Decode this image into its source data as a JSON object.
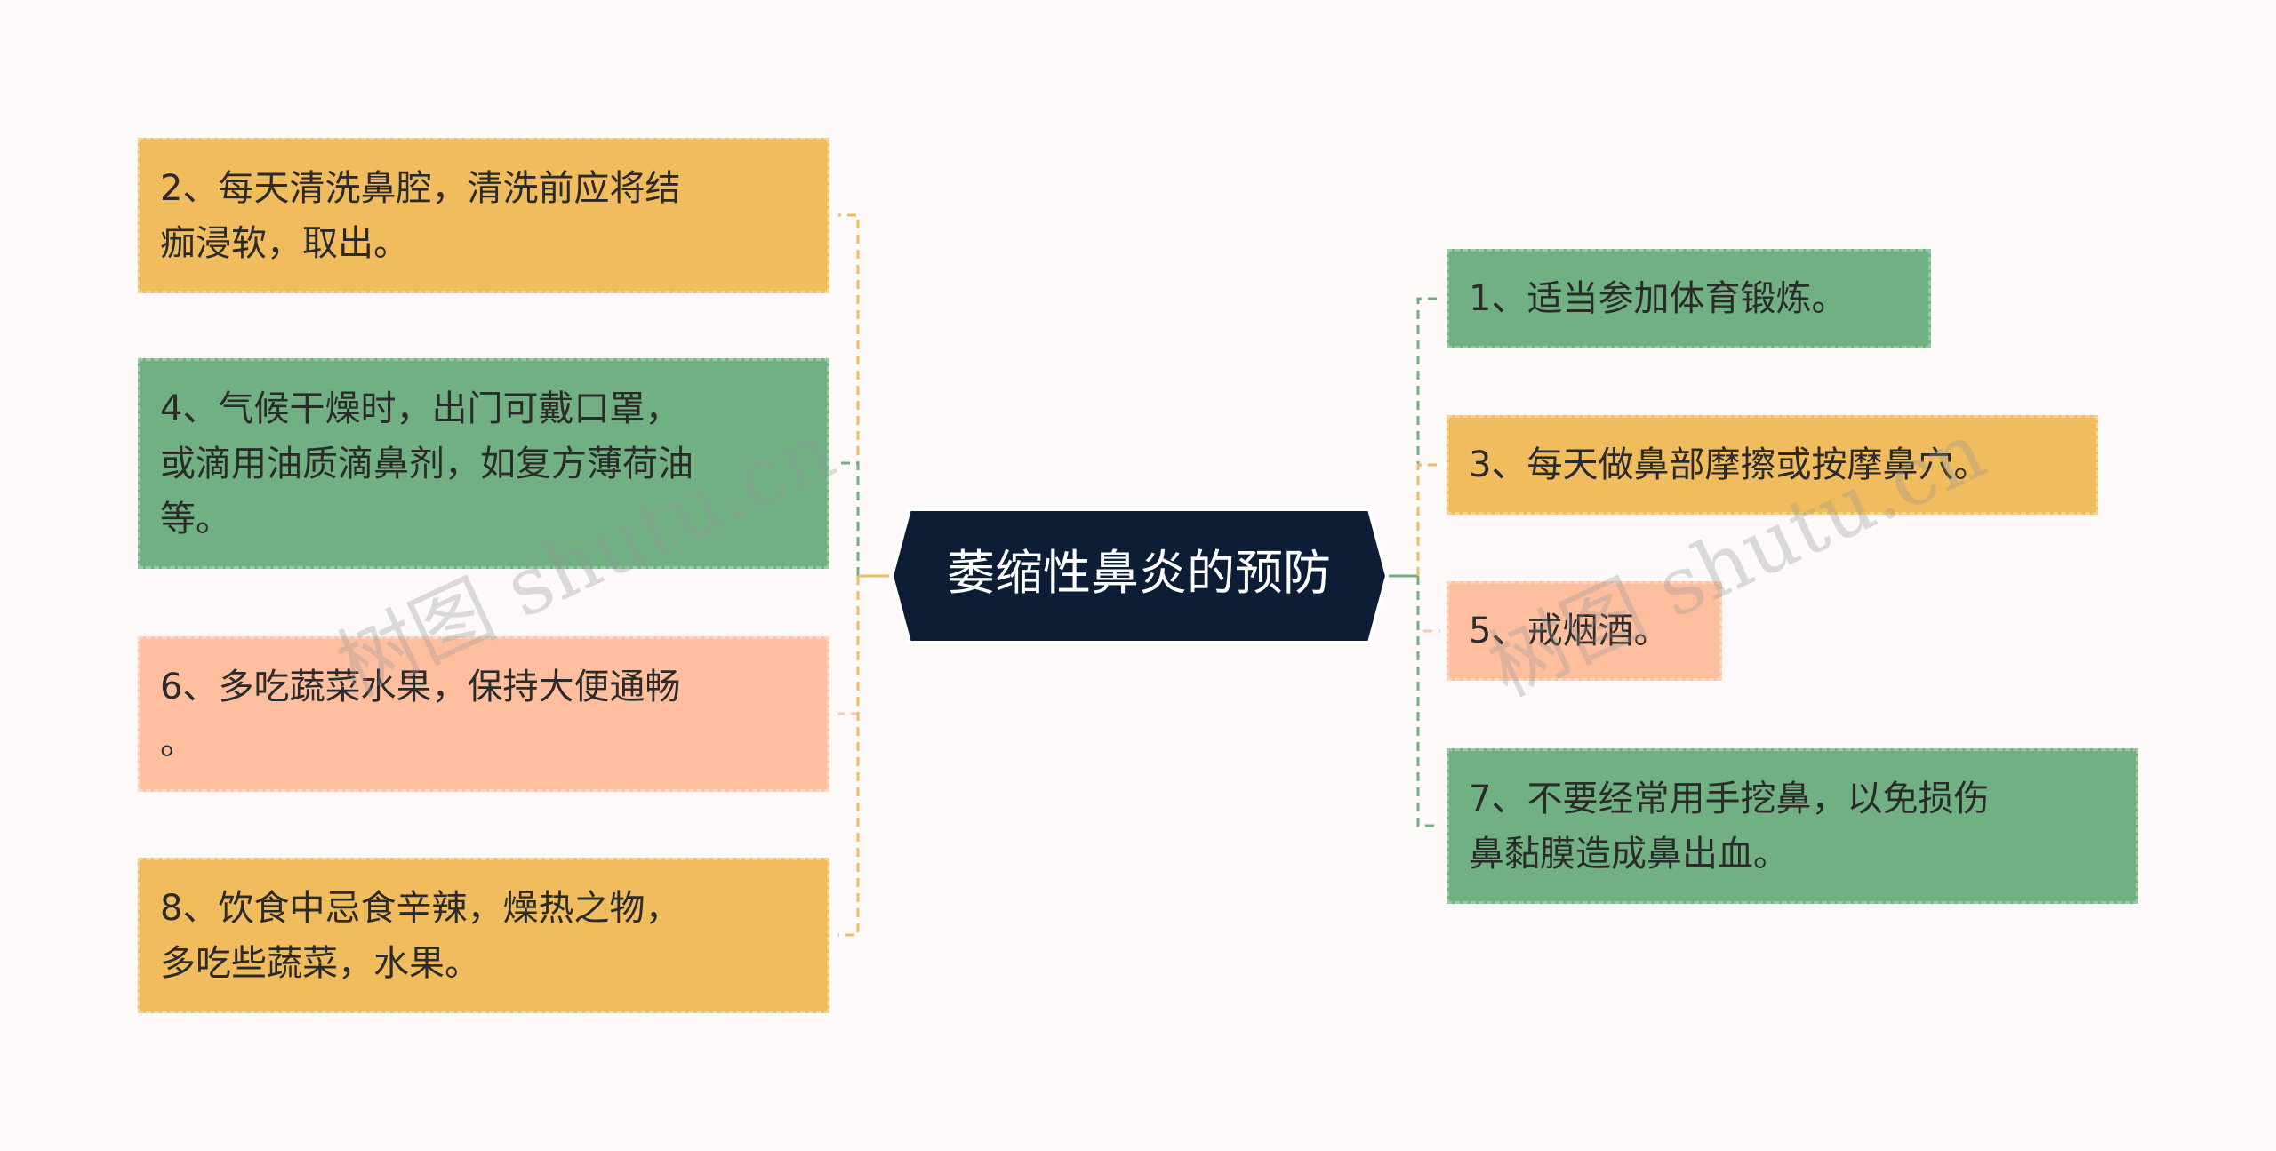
{
  "center": {
    "title": "萎缩性鼻炎的预防",
    "color": "#0e1d36"
  },
  "left_nodes": [
    {
      "lines": [
        "2、每天清洗鼻腔，清洗前应将结",
        "痂浸软，取出。"
      ],
      "color": "#f0bc5e"
    },
    {
      "lines": [
        "4、气候干燥时，出门可戴口罩，",
        "或滴用油质滴鼻剂，如复方薄荷油",
        "等。"
      ],
      "color": "#71b083"
    },
    {
      "lines": [
        "6、多吃蔬菜水果，保持大便通畅",
        "。"
      ],
      "color": "#ffbf9f"
    },
    {
      "lines": [
        "8、饮食中忌食辛辣，燥热之物，",
        "多吃些蔬菜，水果。"
      ],
      "color": "#f0bc5e"
    }
  ],
  "right_nodes": [
    {
      "lines": [
        "1、适当参加体育锻炼。"
      ],
      "color": "#71b083"
    },
    {
      "lines": [
        "3、每天做鼻部摩擦或按摩鼻穴。"
      ],
      "color": "#f0bc5e"
    },
    {
      "lines": [
        "5、戒烟酒。"
      ],
      "color": "#ffbf9f"
    },
    {
      "lines": [
        "7、不要经常用手挖鼻，以免损伤",
        "鼻黏膜造成鼻出血。"
      ],
      "color": "#71b083"
    }
  ],
  "watermark": "树图 shutu.cn"
}
